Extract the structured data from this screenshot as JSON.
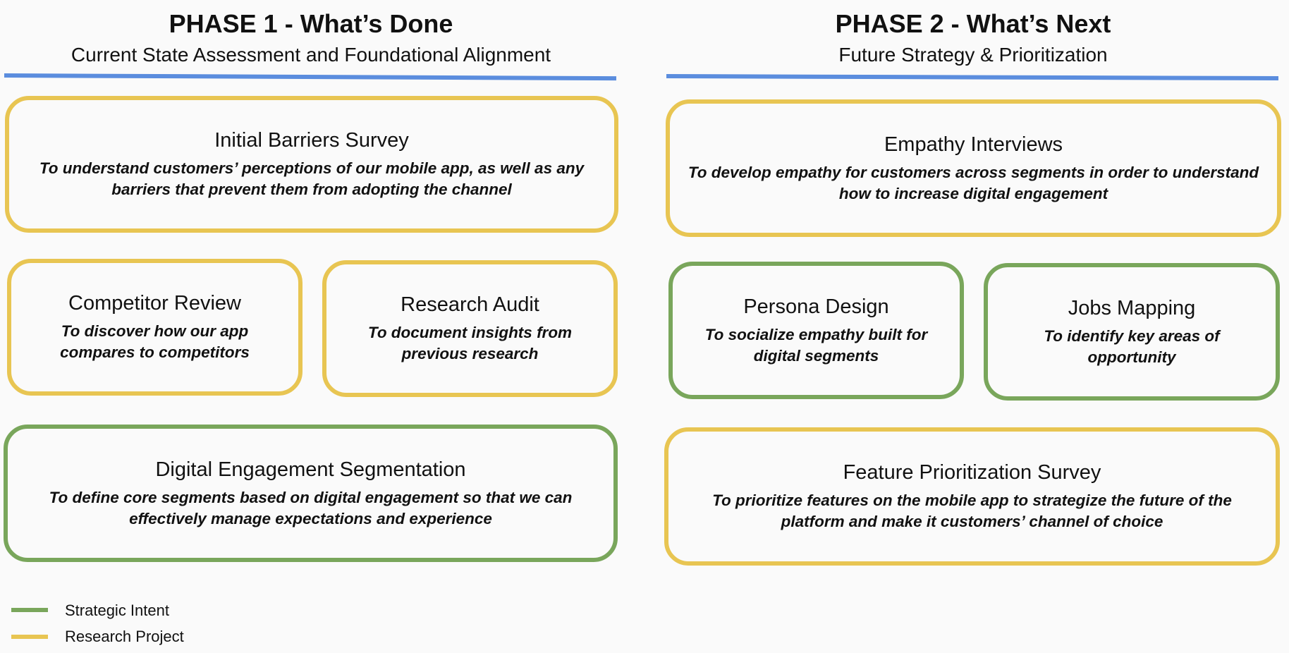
{
  "phase1": {
    "title": "PHASE 1 - What’s Done",
    "subtitle": "Current State Assessment and Foundational Alignment",
    "cards": [
      {
        "title": "Initial Barriers Survey",
        "desc": "To understand customers’ perceptions of our mobile app, as well as any barriers that prevent them from adopting the channel",
        "type": "Research Project"
      },
      {
        "title": "Competitor Review",
        "desc": "To discover how our app compares to competitors",
        "type": "Research Project"
      },
      {
        "title": "Research Audit",
        "desc": "To document insights from previous research",
        "type": "Research Project"
      },
      {
        "title": "Digital Engagement Segmentation",
        "desc": "To define core segments based on digital engagement so that we can effectively manage expectations and experience",
        "type": "Strategic Intent"
      }
    ]
  },
  "phase2": {
    "title": "PHASE 2 - What’s Next",
    "subtitle": "Future Strategy & Prioritization",
    "cards": [
      {
        "title": "Empathy Interviews",
        "desc": "To develop empathy for customers across segments in order to understand how to increase digital engagement",
        "type": "Research Project"
      },
      {
        "title": "Persona Design",
        "desc": "To socialize empathy built for digital segments",
        "type": "Strategic Intent"
      },
      {
        "title": "Jobs Mapping",
        "desc": "To identify key areas of opportunity",
        "type": "Strategic Intent"
      },
      {
        "title": "Feature Prioritization Survey",
        "desc": "To prioritize features on the mobile app to strategize the future of the platform and make it customers’ channel of choice",
        "type": "Research Project"
      }
    ]
  },
  "legend": [
    {
      "label": "Strategic Intent",
      "color": "#79a65b"
    },
    {
      "label": "Research Project",
      "color": "#e8c552"
    }
  ],
  "colors": {
    "rule": "#5b8dde",
    "strategic": "#79a65b",
    "research": "#e8c552"
  }
}
